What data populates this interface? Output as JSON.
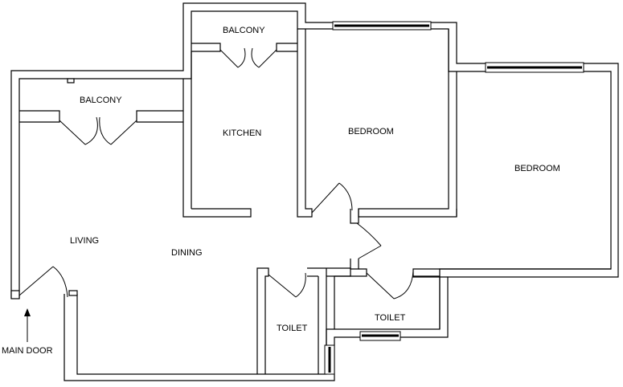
{
  "rooms": {
    "balcony_top": "BALCONY",
    "balcony_left": "BALCONY",
    "kitchen": "KITCHEN",
    "bedroom_1": "BEDROOM",
    "bedroom_2": "BEDROOM",
    "living": "LIVING",
    "dining": "DINING",
    "toilet_1": "TOILET",
    "toilet_2": "TOILET"
  },
  "entrance": {
    "label": "MAIN DOOR"
  }
}
